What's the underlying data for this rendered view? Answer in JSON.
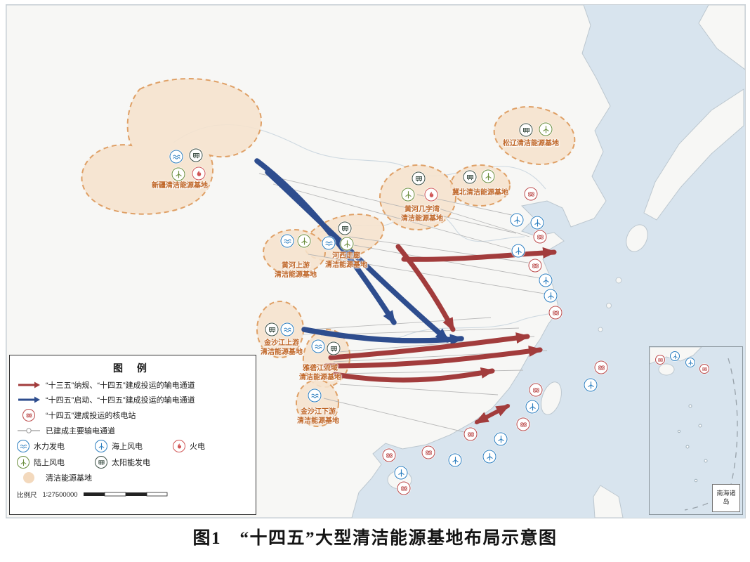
{
  "figure": {
    "title": "图1　“十四五”大型清洁能源基地布局示意图"
  },
  "legend": {
    "title": "图 例",
    "rows": [
      {
        "label": "“十三五”纳规、“十四五”建成投运的输电通道"
      },
      {
        "label": "“十四五”启动、“十四五”建成投运的输电通道"
      },
      {
        "label": "“十四五”建成投运的核电站"
      },
      {
        "label": "已建成主要输电通道"
      },
      {
        "label": "水力发电"
      },
      {
        "label": "海上风电"
      },
      {
        "label": "火电"
      },
      {
        "label": "陆上风电"
      },
      {
        "label": "太阳能发电"
      },
      {
        "label": "清洁能源基地"
      }
    ],
    "scale_label": "比例尺",
    "scale_value": "1∶27500000"
  },
  "bases": [
    {
      "line1": "新疆清洁能源基地"
    },
    {
      "line1": "松辽清洁能源基地"
    },
    {
      "line1": "冀北清洁能源基地"
    },
    {
      "line1": "黄河几字湾",
      "line2": "清洁能源基地"
    },
    {
      "line1": "河西走廊",
      "line2": "清洁能源基地"
    },
    {
      "line1": "黄河上游",
      "line2": "清洁能源基地"
    },
    {
      "line1": "金沙江上游",
      "line2": "清洁能源基地"
    },
    {
      "line1": "雅砻江流域",
      "line2": "清洁能源基地"
    },
    {
      "line1": "金沙江下游",
      "line2": "清洁能源基地"
    }
  ],
  "inset": {
    "label": "南海诸岛"
  },
  "colors": {
    "red_channel": "#a23c3c",
    "blue_channel": "#2e4d8e",
    "hydro": "#2b7ec0",
    "offshore_wind": "#2b7ec0",
    "onshore_wind": "#6b8e3e",
    "solar": "#3c4f45",
    "thermal": "#d05555",
    "nuclear": "#bb4a4a",
    "base_fill": "#f6e2cd",
    "base_border": "#dfa066",
    "ocean": "#d8e4ee",
    "land": "#f7f7f5"
  }
}
